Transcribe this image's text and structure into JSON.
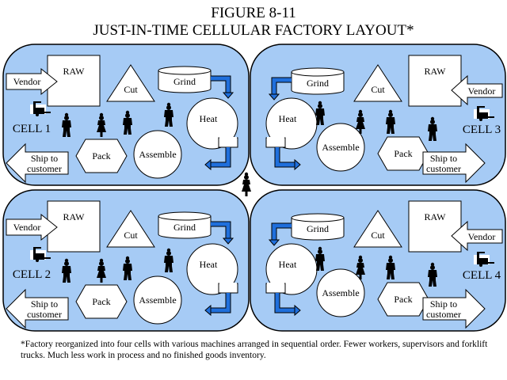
{
  "figure": {
    "number": "FIGURE 8-11",
    "title": "JUST-IN-TIME CELLULAR FACTORY LAYOUT*"
  },
  "colors": {
    "cell_fill": "#a6cbf5",
    "flow_arrow": "#1f6fdc",
    "shape_fill": "#ffffff",
    "outline": "#000000"
  },
  "cells": [
    {
      "name": "CELL 1",
      "vendor": "Vendor",
      "raw": "RAW",
      "cut": "Cut",
      "grind": "Grind",
      "heat": "Heat",
      "assemble": "Assemble",
      "pack": "Pack",
      "ship": [
        "Ship to",
        "customer"
      ],
      "workers": 4,
      "forklifts": 1
    },
    {
      "name": "CELL 2",
      "vendor": "Vendor",
      "raw": "RAW",
      "cut": "Cut",
      "grind": "Grind",
      "heat": "Heat",
      "assemble": "Assemble",
      "pack": "Pack",
      "ship": [
        "Ship to",
        "customer"
      ],
      "workers": 4,
      "forklifts": 1
    },
    {
      "name": "CELL 3",
      "vendor": "Vendor",
      "raw": "RAW",
      "cut": "Cut",
      "grind": "Grind",
      "heat": "Heat",
      "assemble": "Assemble",
      "pack": "Pack",
      "ship": [
        "Ship to",
        "customer"
      ],
      "workers": 4,
      "forklifts": 1
    },
    {
      "name": "CELL 4",
      "vendor": "Vendor",
      "raw": "RAW",
      "cut": "Cut",
      "grind": "Grind",
      "heat": "Heat",
      "assemble": "Assemble",
      "pack": "Pack",
      "ship": [
        "Ship to",
        "customer"
      ],
      "workers": 4,
      "forklifts": 1
    }
  ],
  "supervisors_between_cells": 1,
  "footnote": "*Factory reorganized into four cells with various machines arranged in sequential order. Fewer workers, supervisors and forklift trucks. Much less work in process and no finished goods inventory."
}
